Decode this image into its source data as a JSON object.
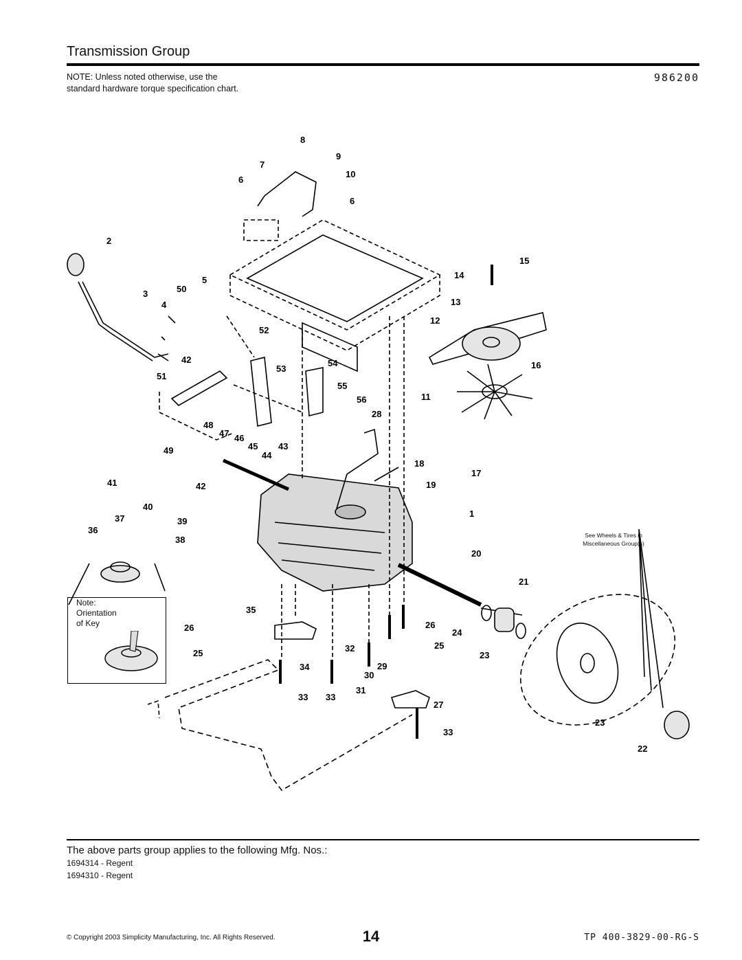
{
  "header": {
    "title": "Transmission Group",
    "note": "NOTE: Unless noted otherwise, use the standard hardware torque specification chart.",
    "model_number": "986200"
  },
  "diagram": {
    "key_note": [
      "Note:",
      "Orientation",
      "of Key"
    ],
    "wheels_note": "See Wheels & Tires in Miscellaneous Group(s)",
    "callouts": [
      "8",
      "9",
      "7",
      "10",
      "6",
      "6",
      "2",
      "15",
      "14",
      "5",
      "50",
      "3",
      "13",
      "4",
      "12",
      "52",
      "16",
      "42",
      "53",
      "54",
      "51",
      "55",
      "56",
      "11",
      "28",
      "48",
      "47",
      "46",
      "45",
      "43",
      "49",
      "44",
      "18",
      "17",
      "41",
      "42",
      "19",
      "40",
      "37",
      "39",
      "1",
      "36",
      "38",
      "20",
      "21",
      "35",
      "26",
      "26",
      "24",
      "25",
      "32",
      "25",
      "23",
      "34",
      "30",
      "29",
      "33",
      "33",
      "31",
      "27",
      "23",
      "33",
      "22"
    ]
  },
  "footer": {
    "applies_text": "The above parts group applies to the following Mfg. Nos.:",
    "mfg_numbers": [
      "1694314 - Regent",
      "1694310 - Regent"
    ],
    "copyright": "© Copyright 2003 Simplicity Manufacturing, Inc. All Rights Reserved.",
    "page_number": "14",
    "doc_number": "TP 400-3829-00-RG-S"
  }
}
